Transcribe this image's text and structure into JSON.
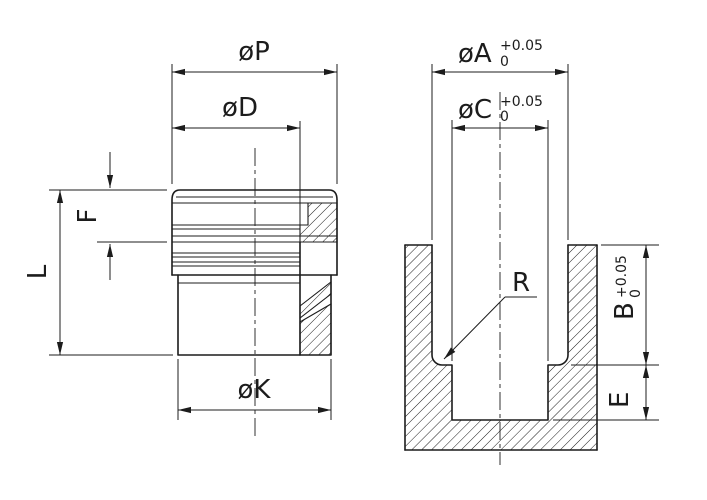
{
  "drawing": {
    "colors": {
      "line": "#1c1c1c",
      "background": "#ffffff"
    },
    "left_view": {
      "dims": {
        "P": "øP",
        "D": "øD",
        "K": "øK",
        "L": "L",
        "F": "F"
      }
    },
    "right_view": {
      "dims": {
        "A": "øA",
        "A_tol_upper": "+0.05",
        "A_tol_lower": "0",
        "C": "øC",
        "C_tol_upper": "+0.05",
        "C_tol_lower": "0",
        "B": "B",
        "B_tol_upper": "+0.05",
        "B_tol_lower": "0",
        "E": "E",
        "R": "R"
      }
    }
  }
}
